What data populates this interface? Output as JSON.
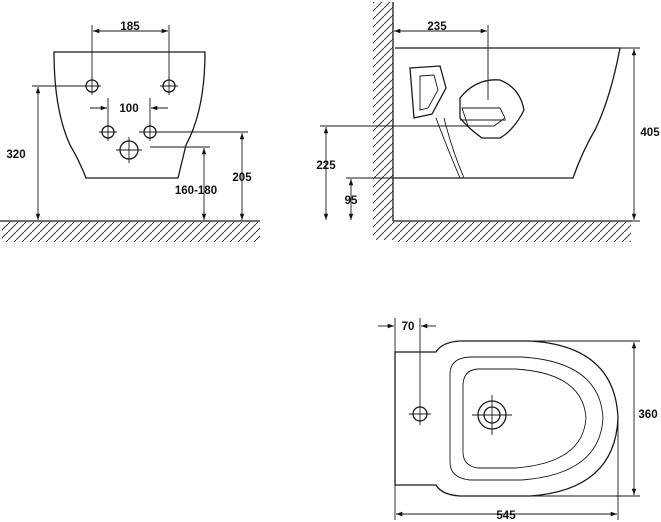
{
  "front_view": {
    "dim_mounting_holes": "185",
    "dim_inner_holes": "100",
    "dim_hole_height": "320",
    "dim_water_inlet": "160-180",
    "dim_outlet_height": "205"
  },
  "side_view": {
    "dim_wall_to_center": "235",
    "dim_total_height": "405",
    "dim_inlet_height": "225",
    "dim_outlet_height": "95"
  },
  "top_view": {
    "dim_tap_hole_offset": "70",
    "dim_width": "360",
    "dim_length": "545"
  }
}
